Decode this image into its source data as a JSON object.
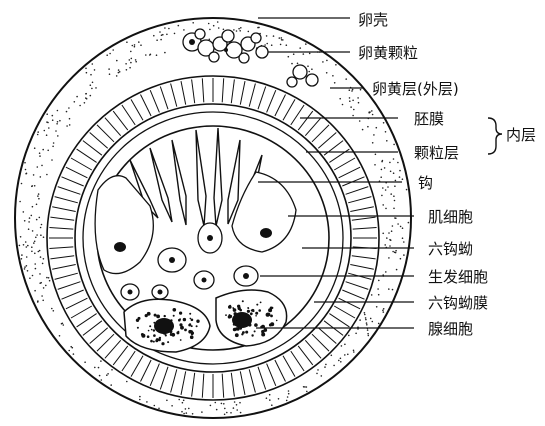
{
  "diagram": {
    "labels": {
      "shell": "卵壳",
      "yolk_granules": "卵黄颗粒",
      "yolk_layer": "卵黄层(外层)",
      "embryophore": "胚膜",
      "granular_layer": "颗粒层",
      "inner_layer": "内层",
      "hooks": "钩",
      "muscle_cells": "肌细胞",
      "oncosphere": "六钩蚴",
      "germinal_cells": "生发细胞",
      "oncosphere_membrane": "六钩蚴膜",
      "gland_cells": "腺细胞"
    }
  }
}
